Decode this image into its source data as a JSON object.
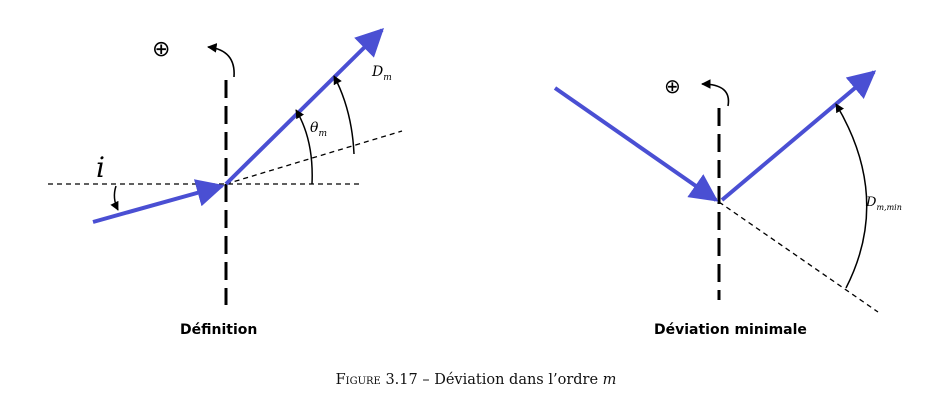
{
  "panels": {
    "left": {
      "title": "Définition",
      "labels": {
        "plus": "⊕",
        "incidence": "i",
        "theta": "θ",
        "theta_sub": "m",
        "deviation": "D",
        "deviation_sub": "m"
      }
    },
    "right": {
      "title": "Déviation minimale",
      "labels": {
        "plus": "⊕",
        "deviation": "D",
        "deviation_sub": "m,min"
      }
    }
  },
  "caption": {
    "figure_word": "Figure",
    "number": "3.17",
    "dash": "–",
    "text": "Déviation dans l’ordre",
    "variable": "m"
  },
  "colors": {
    "ray": "#4a4fd3",
    "line": "#000000"
  }
}
